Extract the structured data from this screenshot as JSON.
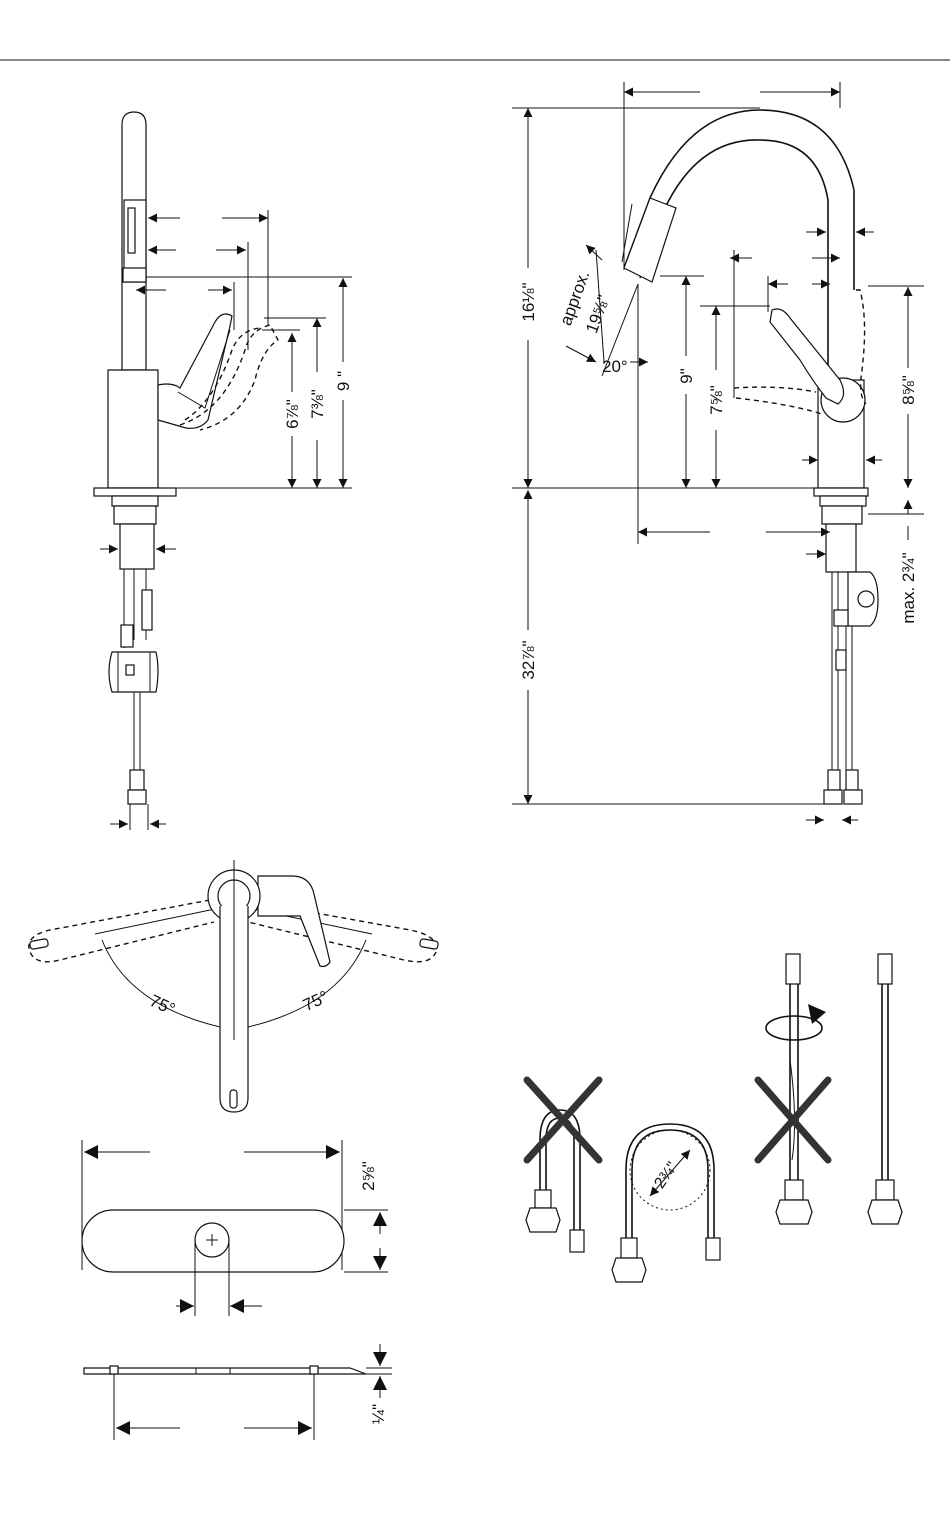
{
  "labels": {
    "side_h1": "6⅞\"",
    "side_h2": "7⅜\"",
    "side_h3": "9 \"",
    "front_total_height": "16⅛\"",
    "front_approx": "approx.",
    "front_reach": "19⅝\"",
    "front_angle": "20°",
    "front_spout_h": "9\"",
    "front_handle_h": "7⅝\"",
    "front_handle_side_h": "8⅝\"",
    "front_below_deck": "32⅞\"",
    "front_max_thickness": "max. 2¾\"",
    "swivel_left": "75°",
    "swivel_right": "75°",
    "plate_height": "2⅝\"",
    "plate_thickness": "¼\"",
    "hose_radius": "2¾\""
  },
  "icons": {
    "wrong_1": "x-mark-icon",
    "wrong_2": "x-mark-icon",
    "rotate": "rotate-arrow-icon",
    "center": "plus-icon"
  }
}
